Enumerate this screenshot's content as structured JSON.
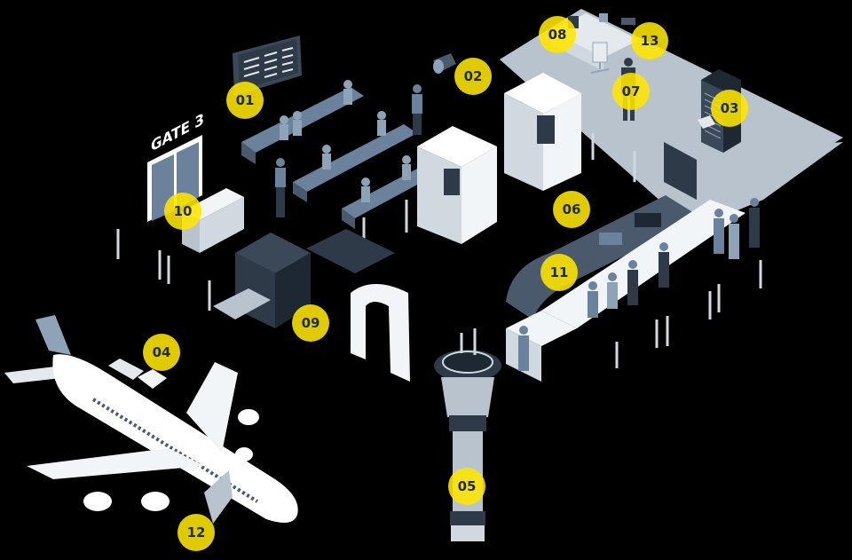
{
  "scene": {
    "title": "Isometric airport infographic",
    "background": "#000000",
    "colors": {
      "marker_fill": "#FFE600",
      "marker_text": "#1F2A3C",
      "floor_light": "#B8C3CE",
      "structure_white": "#F2F5F8",
      "structure_mid": "#8FA3B8",
      "structure_dark": "#2E3A48",
      "figure_blue": "#6A829C"
    }
  },
  "gate_sign": {
    "text": "GATE 3"
  },
  "markers": [
    {
      "id": "01",
      "label": "01",
      "object": "flight-information-display"
    },
    {
      "id": "02",
      "label": "02",
      "object": "public-address-speaker"
    },
    {
      "id": "03",
      "label": "03",
      "object": "server-rack"
    },
    {
      "id": "04",
      "label": "04",
      "object": "baggage-tug-vehicle"
    },
    {
      "id": "05",
      "label": "05",
      "object": "air-traffic-control-tower"
    },
    {
      "id": "06",
      "label": "06",
      "object": "check-in-booths"
    },
    {
      "id": "07",
      "label": "07",
      "object": "staff-on-phone"
    },
    {
      "id": "08",
      "label": "08",
      "object": "office-desk-workstation"
    },
    {
      "id": "09",
      "label": "09",
      "object": "security-xray-scanner"
    },
    {
      "id": "10",
      "label": "10",
      "object": "gate-desk"
    },
    {
      "id": "11",
      "label": "11",
      "object": "baggage-carousel"
    },
    {
      "id": "12",
      "label": "12",
      "object": "aircraft-boarding-stairs"
    },
    {
      "id": "13",
      "label": "13",
      "object": "network-switch-shelf"
    }
  ]
}
